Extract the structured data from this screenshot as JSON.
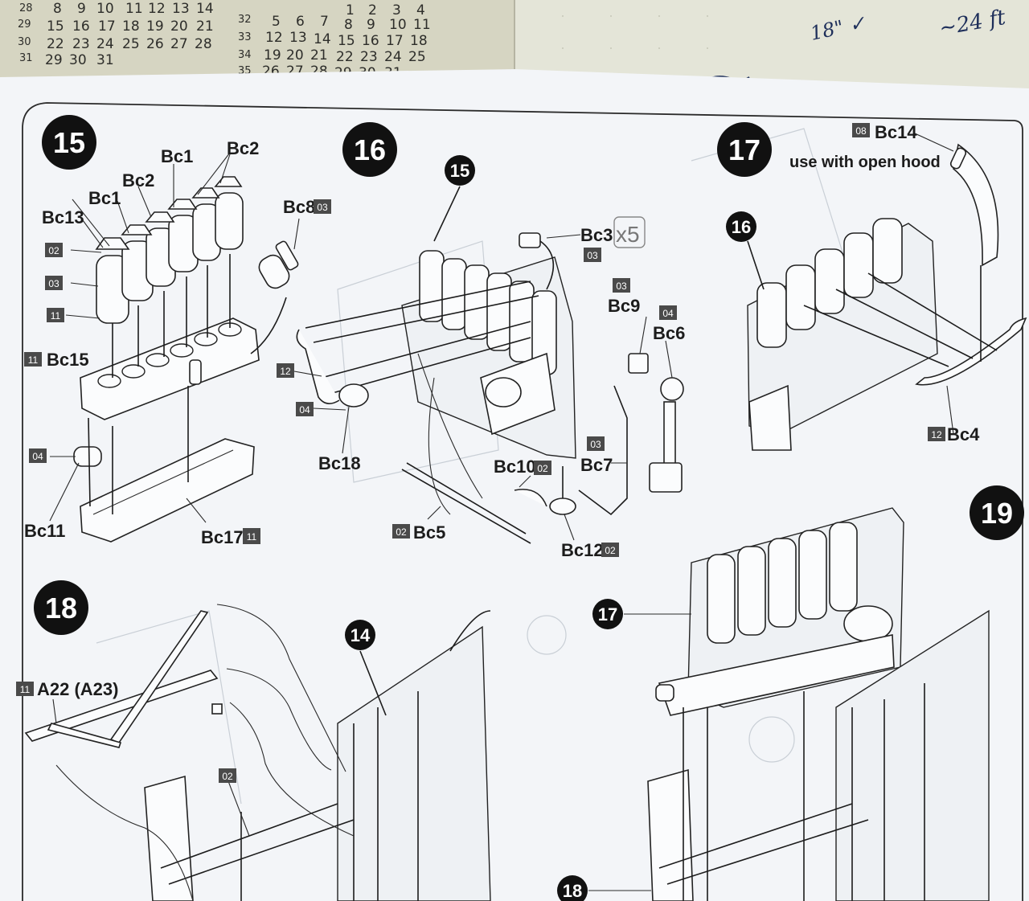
{
  "calendar": {
    "left": {
      "rows": [
        {
          "week": "28",
          "days": [
            "8",
            "9",
            "10",
            "11",
            "12",
            "13",
            "14"
          ]
        },
        {
          "week": "29",
          "days": [
            "15",
            "16",
            "17",
            "18",
            "19",
            "20",
            "21"
          ]
        },
        {
          "week": "30",
          "days": [
            "22",
            "23",
            "24",
            "25",
            "26",
            "27",
            "28"
          ]
        },
        {
          "week": "31",
          "days": [
            "29",
            "30",
            "31"
          ]
        }
      ]
    },
    "right": {
      "rows": [
        {
          "week": "32",
          "days": [
            "1",
            "2",
            "3",
            "4"
          ]
        },
        {
          "week": "33",
          "days": [
            "5",
            "6",
            "7",
            "8",
            "9",
            "10",
            "11"
          ]
        },
        {
          "week": "34",
          "days": [
            "12",
            "13",
            "14",
            "15",
            "16",
            "17",
            "18"
          ]
        },
        {
          "week": "35",
          "days": [
            "19",
            "20",
            "21",
            "22",
            "23",
            "24",
            "25"
          ]
        },
        {
          "week": "",
          "days": [
            "26",
            "27",
            "28",
            "29",
            "30",
            "31"
          ]
        }
      ]
    }
  },
  "handwriting": {
    "note_a": "18\" ✓",
    "note_b": "~24 ft"
  },
  "steps": {
    "s15": "15",
    "s16": "16",
    "s17": "17",
    "s18": "18",
    "s19": "19"
  },
  "refs": {
    "r15": "15",
    "r16": "16",
    "r14": "14",
    "r17": "17",
    "r18": "18"
  },
  "step15": {
    "labels": {
      "bc1_top": "Bc1",
      "bc2_top": "Bc2",
      "bc2_mid": "Bc2",
      "bc1_mid": "Bc1",
      "bc13": "Bc13",
      "bc8": "Bc8",
      "bc15": "Bc15",
      "bc11": "Bc11",
      "bc17": "Bc17"
    },
    "badges": {
      "b02": "02",
      "b03": "03",
      "b11": "11",
      "b11_bc15": "11",
      "b04": "04",
      "b03_bc8": "03",
      "b11_bc17": "11"
    }
  },
  "step16": {
    "labels": {
      "bc3": "Bc3",
      "x5": "x5",
      "bc9": "Bc9",
      "bc6": "Bc6",
      "bc18": "Bc18",
      "bc10": "Bc10",
      "bc7": "Bc7",
      "bc5": "Bc5",
      "bc12": "Bc12"
    },
    "badges": {
      "b03_bc3": "03",
      "b03_bc9": "03",
      "b04_bc6": "04",
      "b12": "12",
      "b04": "04",
      "b02_bc10": "02",
      "b03_bc7": "03",
      "b02_bc5": "02",
      "b02_bc12": "02"
    }
  },
  "step17": {
    "labels": {
      "bc14": "Bc14",
      "hood_note": "use with open hood",
      "bc4": "Bc4"
    },
    "badges": {
      "b08": "08",
      "b12": "12"
    }
  },
  "step18": {
    "labels": {
      "a22": "A22 (A23)"
    },
    "badges": {
      "b11": "11",
      "b02": "02"
    }
  },
  "colors": {
    "desk": "#d7d6c4",
    "sheet": "#f4f6f8",
    "ink": "#1c1c1c",
    "badge": "#4a4a4a",
    "handwriting": "#1e2f5a"
  }
}
